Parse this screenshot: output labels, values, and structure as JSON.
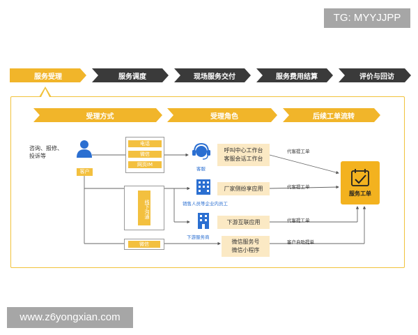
{
  "watermarks": {
    "top_right": "TG: MYYJJPP",
    "bottom_left": "www.z6yongxian.com"
  },
  "stages": [
    "服务受理",
    "服务调度",
    "现场服务交付",
    "服务费用结算",
    "评价与回访"
  ],
  "sections": [
    "受理方式",
    "受理角色",
    "后续工单流转"
  ],
  "customer": {
    "needs": "咨询、报修、\n投诉等",
    "label": "客户"
  },
  "channels": {
    "group1": [
      "电话",
      "微信",
      "网页IM"
    ],
    "offline": "线下沟通",
    "wechat": "微信"
  },
  "roles": {
    "service_label": "客服",
    "service_desks": [
      "呼叫中心工作台",
      "客服会话工作台"
    ],
    "sales_label": "销售人员等企业内员工",
    "vendor_app": "厂家侧纷享应用",
    "downstream_label": "下游服务商",
    "downstream_app": "下游互联应用",
    "wechat_apps": [
      "微信服务号",
      "微信小程序"
    ]
  },
  "edges": [
    "代客提工单",
    "代客提工单",
    "代客提工单",
    "客户自助提单"
  ],
  "work_order": "服务工单",
  "colors": {
    "gold": "#f1b52a",
    "dark": "#3a3a3a",
    "blue": "#2b6fd1",
    "pale": "#fbe9c4",
    "frame": "#f1c23a"
  },
  "icons": [
    "user-icon",
    "headset-icon",
    "building-icon",
    "office-icon",
    "work-order-icon"
  ]
}
